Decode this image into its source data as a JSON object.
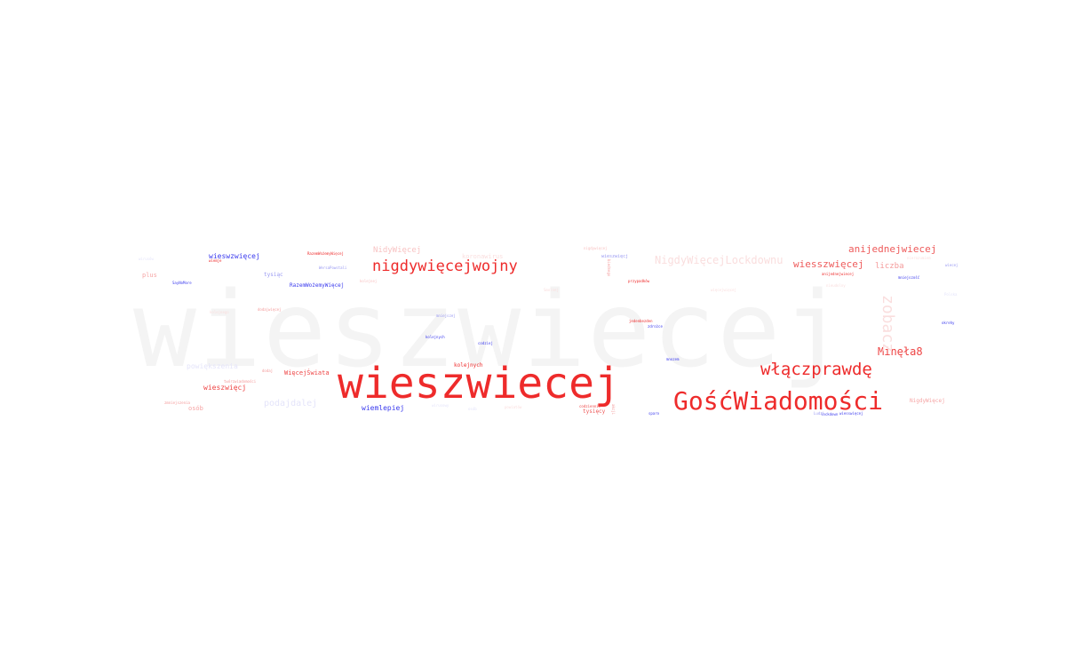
{
  "colors": {
    "background": "#ffffff",
    "red": "#ee2b2b",
    "red_light": "#f6a5a5",
    "red_faint": "#fbd4d4",
    "blue": "#3a3aee",
    "blue_light": "#b9b9f5",
    "blue_faint": "#e6e6fa",
    "ghost": "#f4f4f4"
  },
  "ghost_word": "wieszwiecej",
  "words": [
    {
      "text": "wieszwiecej",
      "color": "#ee2b2b"
    },
    {
      "text": "GośćWiadomości",
      "color": "#ee2b2b"
    },
    {
      "text": "włączprawdę",
      "color": "#ee2b2b"
    },
    {
      "text": "nigdywięcejwojny",
      "color": "#ee2b2b"
    },
    {
      "text": "NigdyWięcejLockdownu",
      "color": "#fadede"
    },
    {
      "text": "anijednejwiecej",
      "color": "#ee5b5b"
    },
    {
      "text": "wiesszwięcej",
      "color": "#ee5b5b"
    },
    {
      "text": "Minęła8",
      "color": "#ee4444"
    },
    {
      "text": "zobacz",
      "color": "#fadede"
    },
    {
      "text": "liczba",
      "color": "#f49a9a"
    },
    {
      "text": "NidyWięcej",
      "color": "#f8c3c3"
    },
    {
      "text": "wieswzwięcej",
      "color": "#3a3aee"
    },
    {
      "text": "RazemWożemyWięcej",
      "color": "#3a3aee"
    },
    {
      "text": "powiększenia",
      "color": "#e4e4fa"
    },
    {
      "text": "wieszwięcj",
      "color": "#ee4444"
    },
    {
      "text": "podajdalej",
      "color": "#e4e4fa"
    },
    {
      "text": "wiemlepiej",
      "color": "#3a3aee"
    },
    {
      "text": "WięcejŚwiata",
      "color": "#ee4444"
    },
    {
      "text": "osób",
      "color": "#f6a5a5"
    },
    {
      "text": "plus",
      "color": "#f6a5a5"
    },
    {
      "text": "tysiąc",
      "color": "#9a9af2"
    },
    {
      "text": "kolejnych",
      "color": "#ee2b2b"
    },
    {
      "text": "tysięcy",
      "color": "#ee5b5b"
    },
    {
      "text": "NigdyWięcej",
      "color": "#f6a5a5"
    },
    {
      "text": "wieszwięcj",
      "color": "#9a9af2"
    },
    {
      "text": "RazemWożemyWięcej",
      "color": "#ee2b2b"
    },
    {
      "text": "przypadków",
      "color": "#ee2b2b"
    },
    {
      "text": "jedenbezden",
      "color": "#ee2b2b"
    },
    {
      "text": "zdrożce",
      "color": "#3a3aee"
    },
    {
      "text": "wiemje",
      "color": "#ee2b2b"
    },
    {
      "text": "SayNoMore",
      "color": "#3a3aee"
    },
    {
      "text": "WersaPowstali",
      "color": "#9a9af2"
    },
    {
      "text": "anijednejwiecej",
      "color": "#ee2b2b"
    },
    {
      "text": "mniejszość",
      "color": "#3a3aee"
    },
    {
      "text": "kolejnych",
      "color": "#3a3aee"
    },
    {
      "text": "codziej",
      "color": "#3a3aee"
    },
    {
      "text": "mniejszej",
      "color": "#9a9af2"
    },
    {
      "text": "mnozem",
      "color": "#3a3aee"
    },
    {
      "text": "wiecej",
      "color": "#9a9af2"
    },
    {
      "text": "wiesswięcej",
      "color": "#3a3aee"
    },
    {
      "text": "dodaj",
      "color": "#f49a9a"
    },
    {
      "text": "twórzwiadomości",
      "color": "#f49a9a"
    },
    {
      "text": "zmniejszenia",
      "color": "#f49a9a"
    },
    {
      "text": "okrehy",
      "color": "#3a3aee"
    },
    {
      "text": "lockdown",
      "color": "#3a3aee"
    },
    {
      "text": "sparo",
      "color": "#3a3aee"
    },
    {
      "text": "codziennie",
      "color": "#ee4444"
    },
    {
      "text": "akcji",
      "color": "#f49a9a"
    },
    {
      "text": "biednego",
      "color": "#f49a9a"
    },
    {
      "text": "nigdywięcej",
      "color": "#f8c3c3"
    },
    {
      "text": "Ludzi",
      "color": "#9a9af2"
    },
    {
      "text": "kolejnej",
      "color": "#f8c3c3"
    },
    {
      "text": "koronawirus",
      "color": "#fadede"
    },
    {
      "text": "dodajwięcej",
      "color": "#f49a9a"
    },
    {
      "text": "Smolnej",
      "color": "#fadede"
    },
    {
      "text": "więcejwięcej",
      "color": "#fadede"
    },
    {
      "text": "nieudolny",
      "color": "#fadede"
    },
    {
      "text": "kolejnego",
      "color": "#fadede"
    },
    {
      "text": "nierozumiem",
      "color": "#fadede"
    },
    {
      "text": "powiatów",
      "color": "#fadede"
    },
    {
      "text": "wirusowy",
      "color": "#e4e4fa"
    },
    {
      "text": "wirusów",
      "color": "#e4e4fa"
    },
    {
      "text": "Polska",
      "color": "#e4e4fa"
    },
    {
      "text": "osób",
      "color": "#e4e4fa"
    }
  ]
}
